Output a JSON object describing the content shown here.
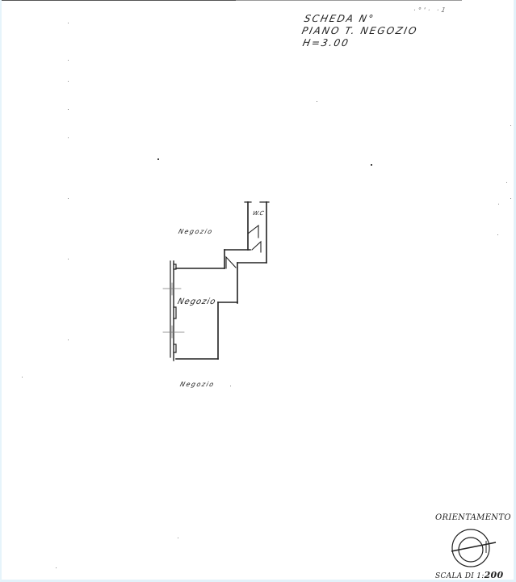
{
  "document": {
    "type": "cadastral floor plan sheet",
    "header": {
      "line1": "SCHEDA  N°",
      "sheet_number": "·°'·  ·1",
      "line2": "PIANO T. NEGOZIO",
      "line3": "H=3.00"
    },
    "rooms": {
      "north_label": "Negozio",
      "main_label": "Negozio",
      "south_label": "Negozio",
      "wc_label": "W.C"
    },
    "orientation": {
      "title": "ORIENTAMENTO",
      "icon": "compass-circle-icon"
    },
    "scale": {
      "prefix": "SCALA DI 1:",
      "value": "200"
    },
    "colors": {
      "ink": "#222222",
      "paper": "#ffffff",
      "border": "#e3f2fa"
    }
  }
}
